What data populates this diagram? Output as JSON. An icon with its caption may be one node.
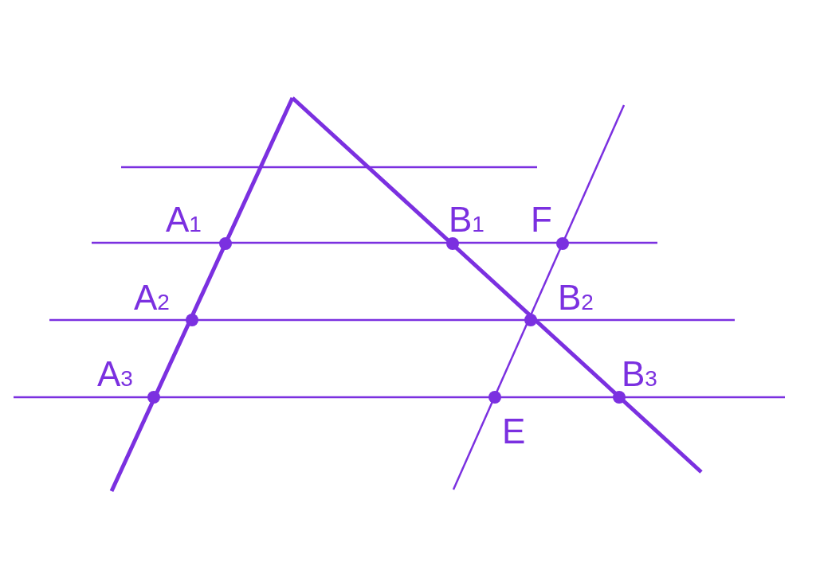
{
  "diagram": {
    "labels": [
      "A$_{1}$",
      "B$_{1}$",
      "F",
      "A$_{2}$",
      "B$_{2}$",
      "A$_{3}$",
      "B$_{3}$",
      "E"
    ]
  }
}
